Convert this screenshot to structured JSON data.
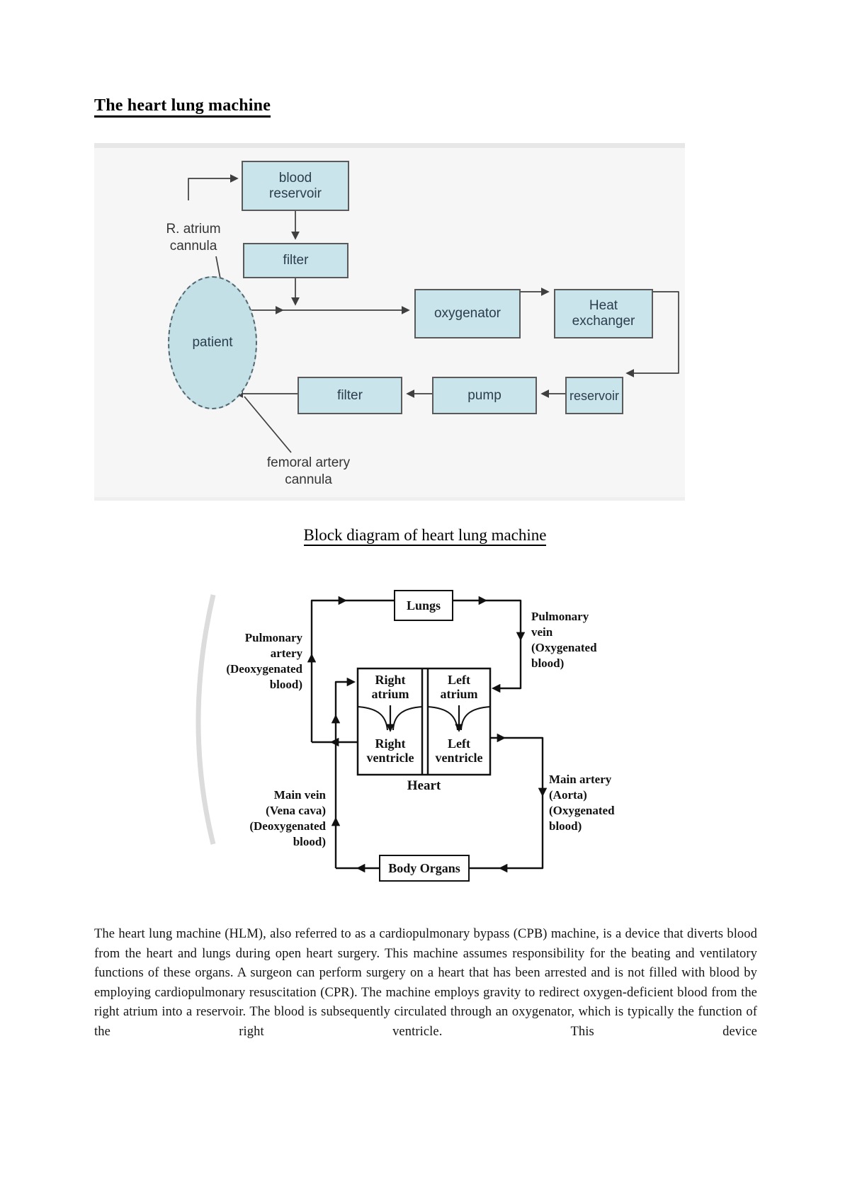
{
  "page": {
    "title": "The heart lung machine"
  },
  "figure1": {
    "nodes": {
      "blood_reservoir": "blood\nreservoir",
      "filter_top": "filter",
      "oxygenator": "oxygenator",
      "heat_exchanger": "Heat\nexchanger",
      "filter_bottom": "filter",
      "pump": "pump",
      "reservoir": "reservoir",
      "patient": "patient"
    },
    "annotations": {
      "r_atrium_cannula": "R. atrium\ncannula",
      "femoral_artery_cannula": "femoral artery\ncannula"
    }
  },
  "figure2": {
    "heading": "Block diagram of heart lung machine",
    "nodes": {
      "lungs": "Lungs",
      "right_atrium": "Right\natrium",
      "left_atrium": "Left\natrium",
      "right_ventricle": "Right\nventricle",
      "left_ventricle": "Left\nventricle",
      "heart": "Heart",
      "body_organs": "Body Organs"
    },
    "annotations": {
      "pulmonary_artery": "Pulmonary\nartery\n(Deoxygenated\nblood)",
      "pulmonary_vein": "Pulmonary\nvein\n(Oxygenated\nblood)",
      "main_vein": "Main vein\n(Vena cava)\n(Deoxygenated\nblood)",
      "main_artery": "Main artery\n(Aorta)\n(Oxygenated\nblood)"
    }
  },
  "body_text": "The heart lung machine (HLM), also referred to as a cardiopulmonary bypass (CPB) machine, is a device that diverts blood from the heart and lungs during open heart surgery. This machine assumes responsibility for the beating and ventilatory functions of these organs. A surgeon can perform surgery on a heart that has been arrested and is not filled with blood by employing cardiopulmonary resuscitation (CPR). The machine employs gravity to redirect oxygen-deficient blood from the right atrium into a reservoir. The blood is subsequently circulated through an oxygenator, which is typically the function of the right ventricle. This device",
  "colors": {
    "diagram1_box_fill": "#c9e4ea",
    "diagram1_box_border": "#5a5a5a",
    "diagram1_line": "#3f3f3f",
    "diagram2_line": "#111111",
    "figure1_background": "#f6f6f6"
  }
}
